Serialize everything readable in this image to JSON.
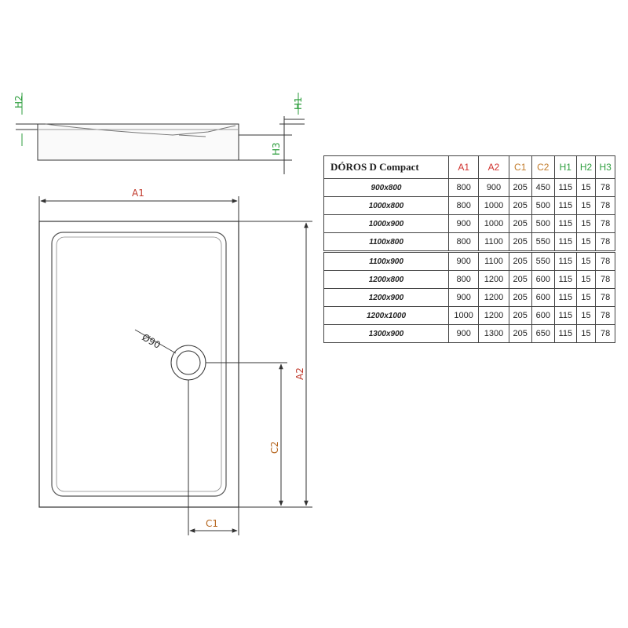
{
  "labels": {
    "a1": "A1",
    "a2": "A2",
    "c1": "C1",
    "c2": "C2",
    "h1": "H1",
    "h2": "H2",
    "h3": "H3",
    "drain": "Ø90"
  },
  "colors": {
    "a": "#c0392b",
    "c": "#b5651d",
    "h": "#2e9e3e",
    "outline": "#333333"
  },
  "table": {
    "title": "DÓROS D Compact",
    "headers": [
      "A1",
      "A2",
      "C1",
      "C2",
      "H1",
      "H2",
      "H3"
    ],
    "rows": [
      {
        "model": "900x800",
        "values": [
          "800",
          "900",
          "205",
          "450",
          "115",
          "15",
          "78"
        ]
      },
      {
        "model": "1000x800",
        "values": [
          "800",
          "1000",
          "205",
          "500",
          "115",
          "15",
          "78"
        ]
      },
      {
        "model": "1000x900",
        "values": [
          "900",
          "1000",
          "205",
          "500",
          "115",
          "15",
          "78"
        ]
      },
      {
        "model": "1100x800",
        "values": [
          "800",
          "1100",
          "205",
          "550",
          "115",
          "15",
          "78"
        ]
      },
      {
        "model": "1100x900",
        "values": [
          "900",
          "1100",
          "205",
          "550",
          "115",
          "15",
          "78"
        ]
      },
      {
        "model": "1200x800",
        "values": [
          "800",
          "1200",
          "205",
          "600",
          "115",
          "15",
          "78"
        ]
      },
      {
        "model": "1200x900",
        "values": [
          "900",
          "1200",
          "205",
          "600",
          "115",
          "15",
          "78"
        ]
      },
      {
        "model": "1200x1000",
        "values": [
          "1000",
          "1200",
          "205",
          "600",
          "115",
          "15",
          "78"
        ]
      },
      {
        "model": "1300x900",
        "values": [
          "900",
          "1300",
          "205",
          "650",
          "115",
          "15",
          "78"
        ]
      }
    ]
  }
}
